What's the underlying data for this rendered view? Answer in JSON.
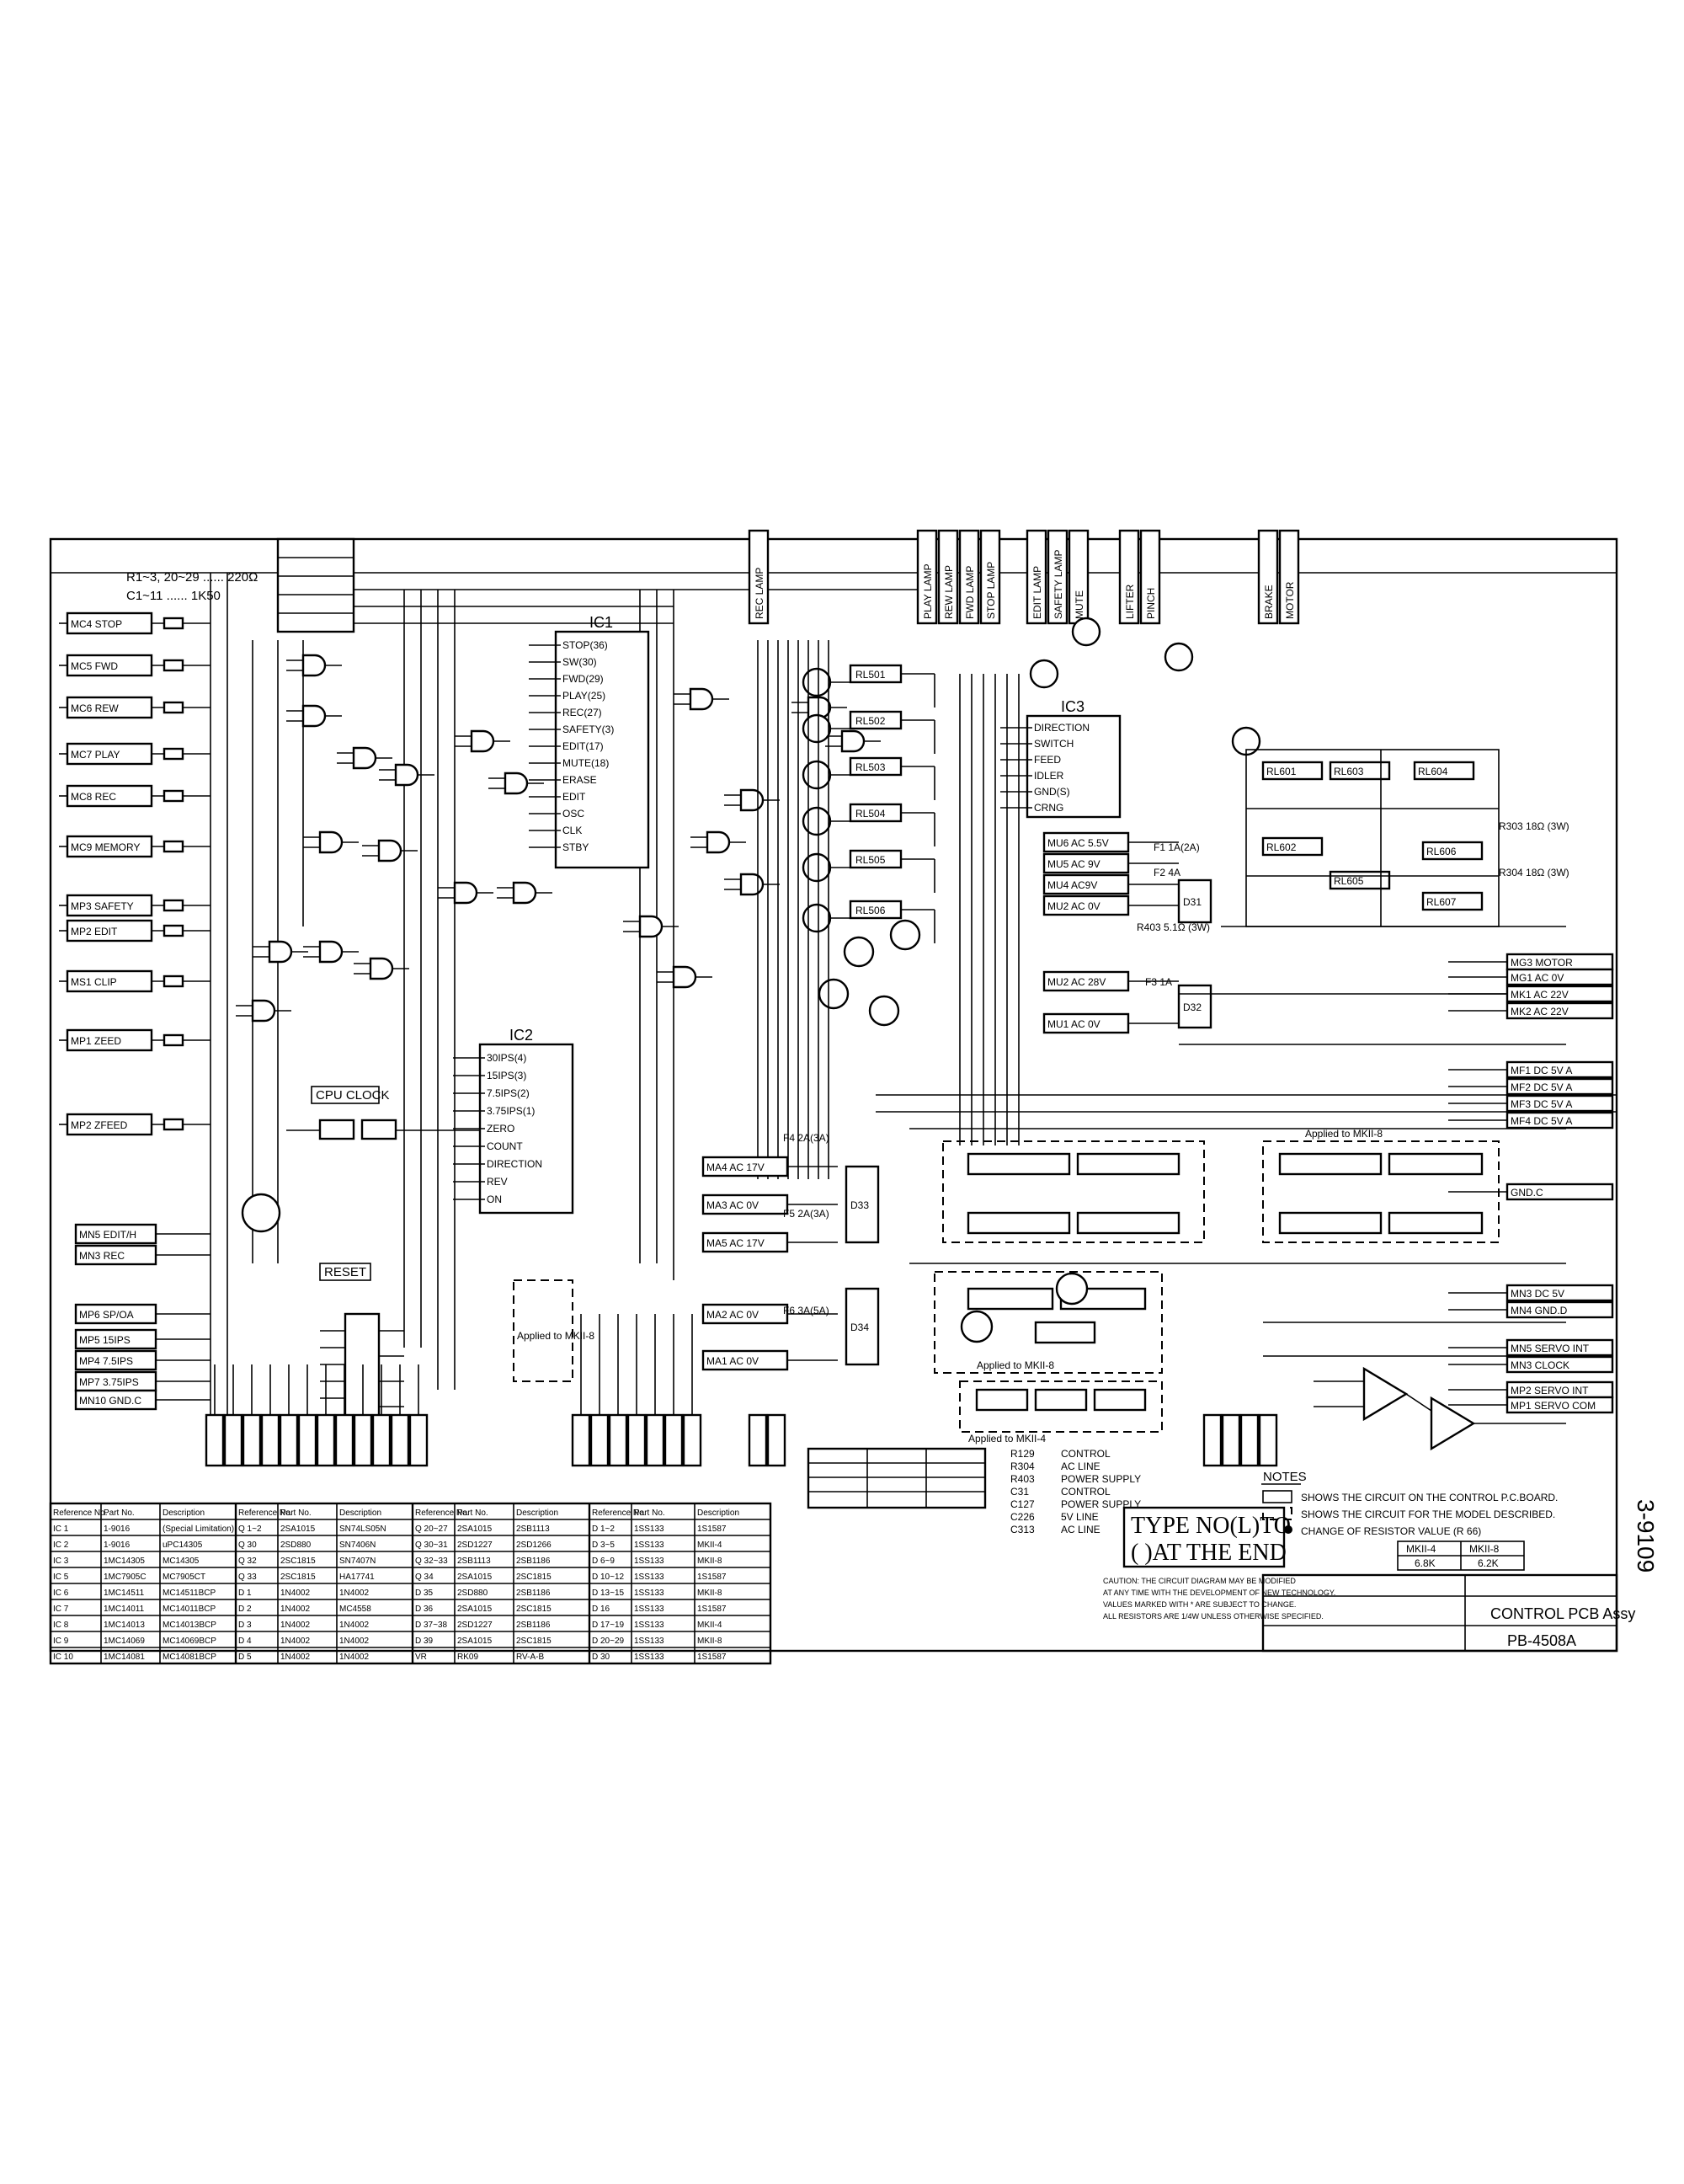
{
  "title_block": {
    "board_name": "CONTROL PCB Assy",
    "part_number": "PB-4508A",
    "model_note_line1": "TYPE NO(L)TO",
    "model_note_line2": "( )AT THE END"
  },
  "notes": {
    "heading": "NOTES",
    "items": [
      "SHOWS THE CIRCUIT ON THE CONTROL P.C.BOARD.",
      "SHOWS THE CIRCUIT FOR THE MODEL DESCRIBED.",
      "CHANGE OF RESISTOR VALUE (R 66)"
    ],
    "resistor_table": {
      "headers": [
        "MKII-4",
        "MKII-8"
      ],
      "values": [
        "6.8K",
        "6.2K"
      ]
    }
  },
  "power_legend": [
    {
      "ref": "R129",
      "desc": "CONTROL"
    },
    {
      "ref": "R304",
      "desc": "AC LINE"
    },
    {
      "ref": "R403",
      "desc": "POWER SUPPLY"
    },
    {
      "ref": "C31",
      "desc": "CONTROL"
    },
    {
      "ref": "C127",
      "desc": "POWER SUPPLY"
    },
    {
      "ref": "C226",
      "desc": "5V LINE"
    },
    {
      "ref": "C313",
      "desc": "AC LINE"
    }
  ],
  "resistor_note": [
    "R1~3, 20~29 ...... 220Ω",
    "C1~11 ...... 1K50"
  ],
  "ics": {
    "ic1": "IC1",
    "ic2": "IC2",
    "ic3": "IC3",
    "ic1_pins": [
      "STOP(36)",
      "SW(30)",
      "FWD(29)",
      "PLAY(25)",
      "REC(27)",
      "SAFETY(3)",
      "EDIT(17)",
      "MUTE(18)",
      "ERASE",
      "EDIT",
      "OSC",
      "CLK",
      "STBY"
    ],
    "ic2_pins": [
      "30IPS(4)",
      "15IPS(3)",
      "7.5IPS(2)",
      "3.75IPS(1)",
      "ZERO",
      "COUNT",
      "DIRECTION",
      "REV",
      "ON"
    ],
    "ic3_pins": [
      "DIRECTION",
      "SWITCH",
      "FEED",
      "IDLER",
      "GND(S)",
      "CRNG"
    ]
  },
  "relays": [
    "RL501",
    "RL502",
    "RL503",
    "RL504",
    "RL505",
    "RL506",
    "RL601",
    "RL602",
    "RL603",
    "RL604",
    "RL605",
    "RL606",
    "RL607"
  ],
  "connector_labels": {
    "left_inputs": [
      "MC4 STOP",
      "MC5 FWD",
      "MC6 REW",
      "MC7 PLAY",
      "MC8 REC",
      "MC9 MEMORY",
      "MP3 SAFETY",
      "MP2 EDIT",
      "MS1 CLIP",
      "MP1 ZEED",
      "MP2 ZFEED"
    ],
    "left_bottom": [
      "MN5 EDIT/H",
      "MN3 REC",
      "MP6 SP/OA",
      "MP5 15IPS",
      "MP4 7.5IPS",
      "MP7 3.75IPS",
      "MN10 GND.C"
    ],
    "power_inputs": [
      "MU6 AC 5.5V",
      "MU5 AC 9V",
      "MU4 AC9V",
      "MU2 AC 0V",
      "MU2 AC 28V",
      "MU1 AC 0V",
      "MA4 AC 17V",
      "MA3 AC 0V",
      "MA5 AC 17V",
      "MA2 AC 0V",
      "MA1 AC 0V"
    ],
    "right_outputs": [
      "MG3 MOTOR",
      "MG1 AC 0V",
      "MK1 AC 22V",
      "MK2 AC 22V",
      "MF1 DC 5V A",
      "MF2 DC 5V A",
      "MF3 DC 5V A",
      "MF4 DC 5V A",
      "GND.C",
      "MN3 DC 5V",
      "MN4 GND.D",
      "MN5 SERVO INT",
      "MN3 CLOCK",
      "MP2 SERVO INT",
      "MP1 SERVO COM"
    ],
    "top_labels": [
      "REC LAMP",
      "PLAY LAMP",
      "REW LAMP",
      "FWD LAMP",
      "STOP LAMP",
      "EDIT LAMP",
      "SAFETY LAMP",
      "MUTE",
      "LIFTER",
      "PINCH",
      "BRAKE",
      "MOTOR"
    ]
  },
  "section_labels": {
    "cpu_clock": "CPU CLOCK",
    "reset": "RESET",
    "applied_mk2_8": "Applied to MKII-8",
    "applied_mk2_4": "Applied to MKII-4",
    "ac_line_1": "F1 1A(2A)",
    "ac_line_2": "F2 4A",
    "ac_line_3": "F3 1A",
    "ac_line_4": "F4 2A(3A)",
    "ac_line_5": "F5 2A(3A)",
    "ac_line_6": "F6 3A(5A)",
    "r403": "R403 5.1Ω (3W)",
    "r303": "R303 18Ω (3W)",
    "r304": "R304 18Ω (3W)"
  },
  "ref_table": {
    "headers": [
      "Reference No.",
      "Part No.",
      "Description",
      "Reference No.",
      "Part No.",
      "Description",
      "Reference No.",
      "Part No.",
      "Description",
      "Reference No.",
      "Part No.",
      "Description"
    ],
    "rows": [
      [
        "IC 1",
        "1-9016",
        "(Special Limitation)",
        "Q 1~2",
        "2SA1015",
        "SN74LS05N",
        "Q 20~27",
        "2SA1015",
        "2SB1113",
        "D 1~2",
        "1SS133",
        "1S1587"
      ],
      [
        "IC 2",
        "1-9016",
        "uPC14305",
        "Q 30",
        "2SD880",
        "SN7406N",
        "Q 30~31",
        "2SD1227",
        "2SD1266",
        "D 3~5",
        "1SS133",
        "MKII-4"
      ],
      [
        "IC 3",
        "1MC14305",
        "MC14305",
        "Q 32",
        "2SC1815",
        "SN7407N",
        "Q 32~33",
        "2SB1113",
        "2SB1186",
        "D 6~9",
        "1SS133",
        "MKII-8"
      ],
      [
        "IC 5",
        "1MC7905C",
        "MC7905CT",
        "Q 33",
        "2SC1815",
        "HA17741",
        "Q 34",
        "2SA1015",
        "2SC1815",
        "D 10~12",
        "1SS133",
        "1S1587"
      ],
      [
        "IC 6",
        "1MC14511",
        "MC14511BCP",
        "D 1",
        "1N4002",
        "1N4002",
        "D 35",
        "2SD880",
        "2SB1186",
        "D 13~15",
        "1SS133",
        "MKII-8"
      ],
      [
        "IC 7",
        "1MC14011",
        "MC14011BCP",
        "D 2",
        "1N4002",
        "MC4558",
        "D 36",
        "2SA1015",
        "2SC1815",
        "D 16",
        "1SS133",
        "1S1587"
      ],
      [
        "IC 8",
        "1MC14013",
        "MC14013BCP",
        "D 3",
        "1N4002",
        "1N4002",
        "D 37~38",
        "2SD1227",
        "2SB1186",
        "D 17~19",
        "1SS133",
        "MKII-4"
      ],
      [
        "IC 9",
        "1MC14069",
        "MC14069BCP",
        "D 4",
        "1N4002",
        "1N4002",
        "D 39",
        "2SA1015",
        "2SC1815",
        "D 20~29",
        "1SS133",
        "MKII-8"
      ],
      [
        "IC 10",
        "1MC14081",
        "MC14081BCP",
        "D 5",
        "1N4002",
        "1N4002",
        "VR",
        "RK09",
        "RV-A-B",
        "D 30",
        "1SS133",
        "1S1587"
      ]
    ]
  },
  "pcb_notes_small": [
    "CAUTION: THE CIRCUIT DIAGRAM MAY BE MODIFIED",
    "AT ANY TIME WITH THE DEVELOPMENT OF NEW TECHNOLOGY.",
    "VALUES MARKED WITH * ARE SUBJECT TO CHANGE.",
    "ALL RESISTORS ARE 1/4W UNLESS OTHERWISE SPECIFIED."
  ],
  "side_code": "3-9109"
}
